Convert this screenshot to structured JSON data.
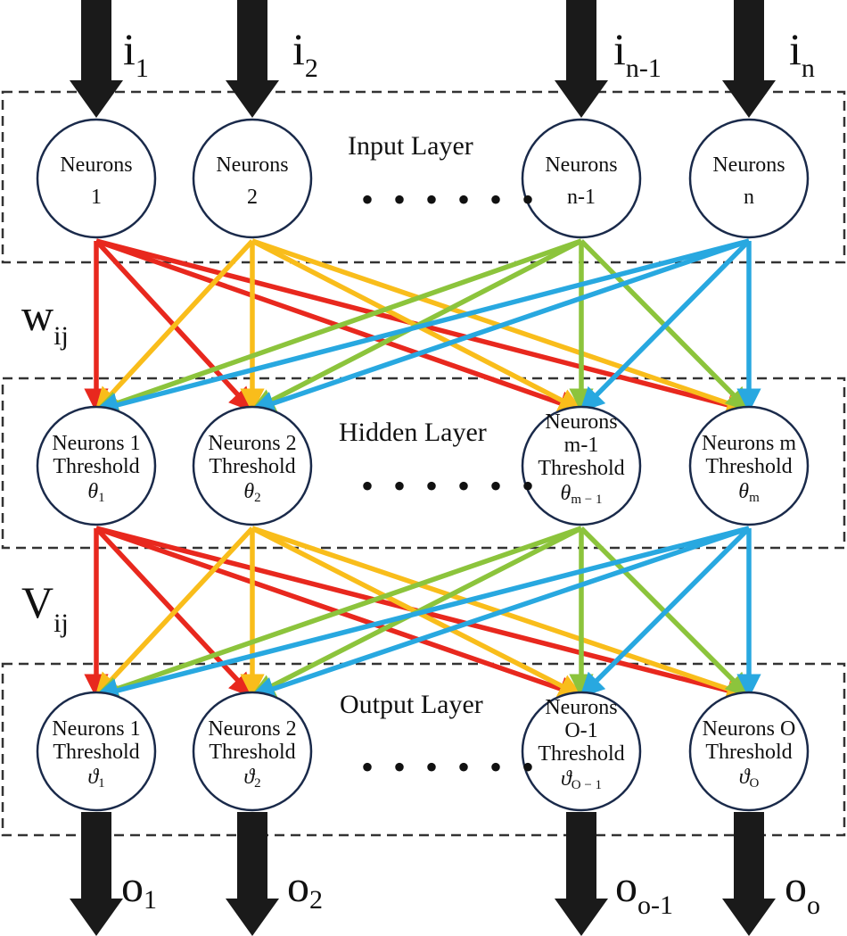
{
  "colors": {
    "red": "#e8281e",
    "yellow": "#f9bd1b",
    "green": "#8cc43c",
    "blue": "#28a8e0",
    "black": "#1a1a1a"
  },
  "layers": {
    "input": "Input Layer",
    "hidden": "Hidden Layer",
    "output": "Output Layer"
  },
  "ellipsis": "• • • • • •",
  "inputs": [
    {
      "base": "i",
      "sub": "1"
    },
    {
      "base": "i",
      "sub": "2"
    },
    {
      "base": "i",
      "sub": "n-1"
    },
    {
      "base": "i",
      "sub": "n"
    }
  ],
  "outputs": [
    {
      "base": "o",
      "sub": "1"
    },
    {
      "base": "o",
      "sub": "2"
    },
    {
      "base": "o",
      "sub": "o-1"
    },
    {
      "base": "o",
      "sub": "o"
    }
  ],
  "weights": {
    "w": {
      "base": "w",
      "sub": "ij"
    },
    "v": {
      "base": "V",
      "sub": "ij"
    }
  },
  "input_neurons": [
    {
      "line1": "Neurons",
      "line2": "1"
    },
    {
      "line1": "Neurons",
      "line2": "2"
    },
    {
      "line1": "Neurons",
      "line2": "n-1"
    },
    {
      "line1": "Neurons",
      "line2": "n"
    }
  ],
  "hidden_neurons": [
    {
      "line1": "Neurons 1",
      "line2": "Threshold",
      "sym": "θ",
      "sub": "1"
    },
    {
      "line1": "Neurons 2",
      "line2": "Threshold",
      "sym": "θ",
      "sub": "2"
    },
    {
      "line1": "Neurons",
      "line1b": "m-1",
      "line2": "Threshold",
      "sym": "θ",
      "sub": "m − 1"
    },
    {
      "line1": "Neurons m",
      "line2": "Threshold",
      "sym": "θ",
      "sub": "m"
    }
  ],
  "output_neurons": [
    {
      "line1": "Neurons 1",
      "line2": "Threshold",
      "sym": "ϑ",
      "sub": "1"
    },
    {
      "line1": "Neurons 2",
      "line2": "Threshold",
      "sym": "ϑ",
      "sub": "2"
    },
    {
      "line1": "Neurons",
      "line1b": "O-1",
      "line2": "Threshold",
      "sym": "ϑ",
      "sub": "O − 1"
    },
    {
      "line1": "Neurons O",
      "line2": "Threshold",
      "sym": "ϑ",
      "sub": "O"
    }
  ]
}
